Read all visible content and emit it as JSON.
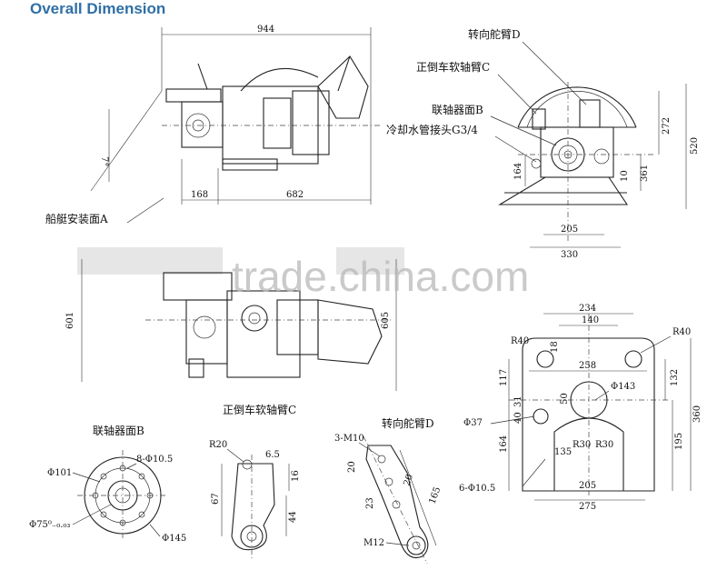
{
  "header": {
    "title": "Overall Dimension"
  },
  "watermark": {
    "text": "trade.china.com"
  },
  "side_view": {
    "dims": [
      "944",
      "168",
      "682",
      "7°"
    ],
    "label": "船艇安装面A"
  },
  "front_view": {
    "dims": [
      "272",
      "520",
      "164",
      "361",
      "10",
      "205",
      "330"
    ],
    "labels": {
      "steering_arm": "转向舵臂D",
      "shift_arm": "正倒车软轴臂C",
      "coupling": "联轴器面B",
      "cooling": "冷却水管接头G3/4"
    }
  },
  "top_view": {
    "dims": [
      "601",
      "605"
    ],
    "label": "正倒车软轴臂C"
  },
  "mount_face": {
    "dims": [
      "234",
      "140",
      "R40",
      "R40",
      "18",
      "258",
      "117",
      "132",
      "31",
      "40",
      "50",
      "Φ143",
      "Φ37",
      "164",
      "195",
      "360",
      "R30",
      "R30",
      "135",
      "205",
      "275",
      "6-Φ10.5"
    ]
  },
  "coupling_face": {
    "title": "联轴器面B",
    "dims": [
      "8-Φ10.5",
      "Φ101",
      "Φ75⁰₋₀.₀₃",
      "Φ145"
    ]
  },
  "shift_arm_detail": {
    "dims": [
      "R20",
      "6.5",
      "16",
      "67",
      "44"
    ]
  },
  "steering_arm_detail": {
    "title": "转向舵臂D",
    "dims": [
      "3-M10",
      "20",
      "20",
      "165",
      "23",
      "M12"
    ]
  }
}
